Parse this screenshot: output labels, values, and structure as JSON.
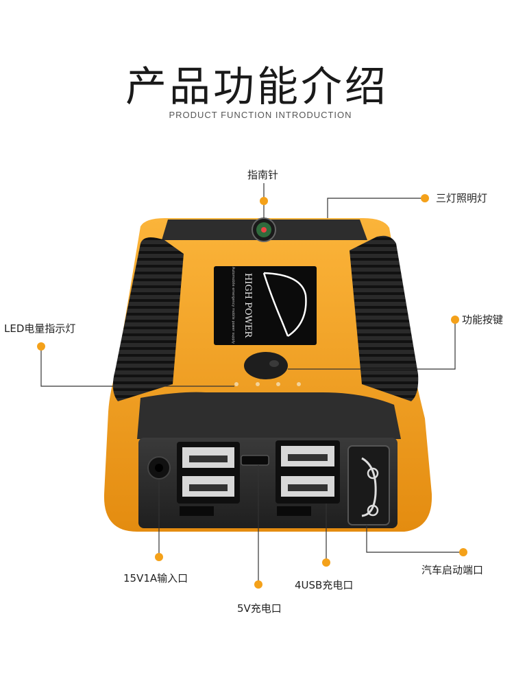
{
  "header": {
    "title": "产品功能介绍",
    "subtitle": "PRODUCT FUNCTION INTRODUCTION"
  },
  "product": {
    "logo_text": "HIGH POWER",
    "logo_subtext": "Automobile emergency mobile power supply"
  },
  "callouts": {
    "compass": "指南针",
    "lights": "三灯照明灯",
    "led_indicator": "LED电量指示灯",
    "function_button": "功能按键",
    "input_port": "15V1A输入口",
    "charge_5v": "5V充电口",
    "usb_ports": "4USB充电口",
    "car_start_port": "汽车启动端口"
  },
  "colors": {
    "accent": "#f6a21c",
    "body_dark": "#2b2b2b",
    "callout_dot": "#f4a11a"
  }
}
